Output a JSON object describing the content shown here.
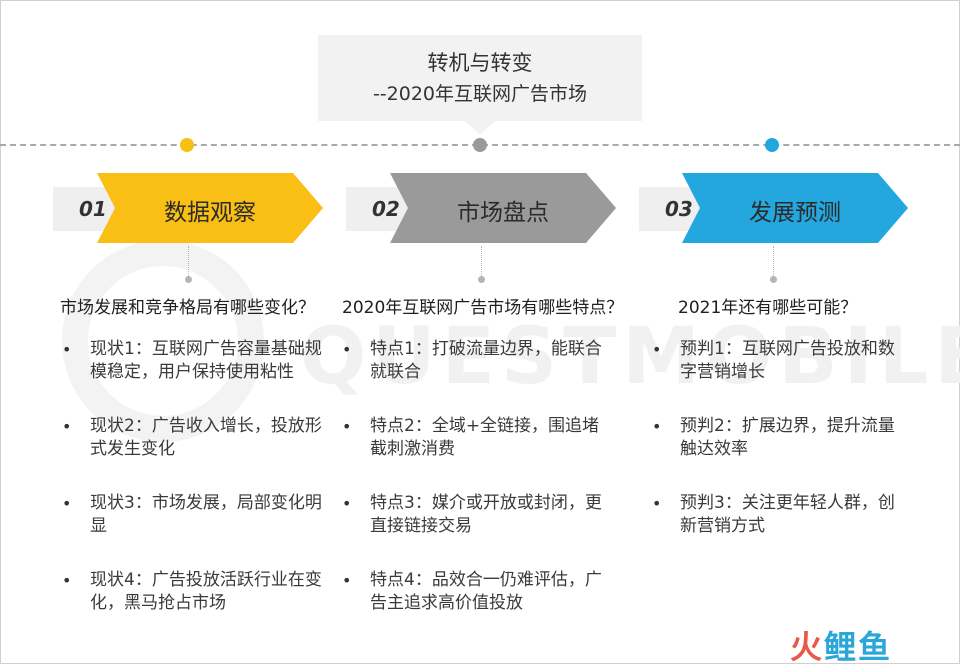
{
  "title": {
    "main": "转机与转变",
    "sub": "--2020年互联网广告市场"
  },
  "watermark": "QUESTMOBILE",
  "colors": {
    "yellow": "#F9BF15",
    "gray": "#9A9A9A",
    "blue": "#23A7DE",
    "tab_bg": "#EFEFEF"
  },
  "columns": [
    {
      "number": "01",
      "heading": "数据观察",
      "question": "市场发展和竞争格局有哪些变化？",
      "items": [
        "现状1：互联网广告容量基础规模稳定，用户保持使用粘性",
        "现状2：广告收入增长，投放形式发生变化",
        "现状3：市场发展，局部变化明显",
        "现状4：广告投放活跃行业在变化，黑马抢占市场"
      ]
    },
    {
      "number": "02",
      "heading": "市场盘点",
      "question": "2020年互联网广告市场有哪些特点？",
      "items": [
        "特点1：打破流量边界，能联合就联合",
        "特点2：全域+全链接，围追堵截刺激消费",
        "特点3：媒介或开放或封闭，更直接链接交易",
        "特点4：品效合一仍难评估，广告主追求高价值投放"
      ]
    },
    {
      "number": "03",
      "heading": "发展预测",
      "question": "2021年还有哪些可能？",
      "items": [
        "预判1：互联网广告投放和数字营销增长",
        "预判2：扩展边界，提升流量触达效率",
        "预判3：关注更年轻人群，创新营销方式"
      ]
    }
  ],
  "logo": {
    "part1": "火",
    "part2": "鲤鱼"
  }
}
